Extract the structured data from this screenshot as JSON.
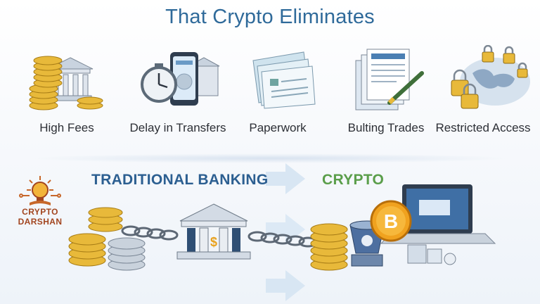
{
  "title": "That Crypto Eliminates",
  "problems": [
    {
      "label": "High Fees",
      "icon": "coins-bank-icon"
    },
    {
      "label": "Delay in Transfers",
      "icon": "clock-phone-icon"
    },
    {
      "label": "Paperwork",
      "icon": "paperwork-icon"
    },
    {
      "label": "Bulting Trades",
      "icon": "documents-pen-icon"
    },
    {
      "label": "Restricted Access",
      "icon": "padlock-globe-icon"
    }
  ],
  "sections": {
    "traditional": "TRADITIONAL BANKING",
    "crypto": "CRYPTO"
  },
  "logo": {
    "line1": "CRYPTO",
    "line2": "DARSHAN"
  },
  "colors": {
    "title": "#2f6a9a",
    "traditional": "#2c5f91",
    "crypto": "#5a9e4a",
    "logo": "#a2451f",
    "gold": "#e8b93a",
    "bitcoin": "#f0a21f"
  }
}
